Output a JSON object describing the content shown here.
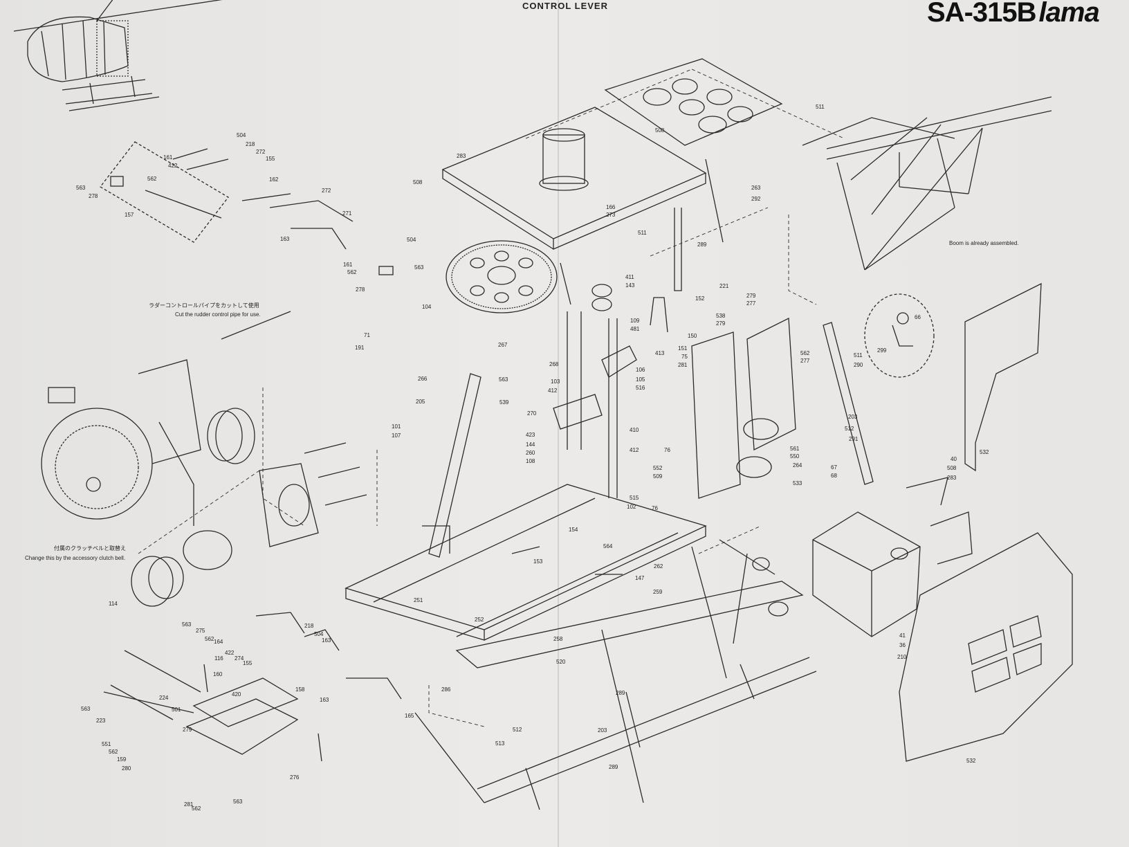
{
  "header": {
    "stack_title": "CONTROL LEVER",
    "model_title": "SA-315B",
    "brand": "lama"
  },
  "notes": {
    "rudder_jp": "ラダーコントロールパイプをカットして使用",
    "rudder_en": "Cut the rudder control pipe for use.",
    "clutch_jp": "付属のクラッチベルと取替え",
    "clutch_en": "Change this by the accessory clutch bell.",
    "boom": "Boom is already assembled."
  },
  "parts": [
    "504",
    "218",
    "161",
    "272",
    "422",
    "155",
    "563",
    "562",
    "278",
    "162",
    "157",
    "272",
    "271",
    "163",
    "504",
    "161",
    "562",
    "563",
    "278",
    "283",
    "508",
    "166",
    "273",
    "511",
    "508",
    "511",
    "263",
    "292",
    "289",
    "104",
    "411",
    "143",
    "221",
    "152",
    "109",
    "481",
    "150",
    "413",
    "151",
    "75",
    "281",
    "279",
    "277",
    "538",
    "279",
    "562",
    "277",
    "511",
    "290",
    "267",
    "268",
    "563",
    "266",
    "539",
    "205",
    "106",
    "105",
    "516",
    "103",
    "412",
    "270",
    "101",
    "107",
    "423",
    "144",
    "260",
    "108",
    "410",
    "412",
    "76",
    "552",
    "509",
    "203",
    "512",
    "291",
    "561",
    "550",
    "264",
    "67",
    "68",
    "533",
    "66",
    "299",
    "154",
    "564",
    "153",
    "515",
    "102",
    "76",
    "262",
    "147",
    "259",
    "114",
    "563",
    "275",
    "562",
    "164",
    "422",
    "274",
    "155",
    "218",
    "504",
    "163",
    "116",
    "160",
    "224",
    "420",
    "501",
    "158",
    "163",
    "563",
    "223",
    "279",
    "165",
    "551",
    "562",
    "159",
    "280",
    "276",
    "281",
    "562",
    "563",
    "251",
    "252",
    "258",
    "520",
    "286",
    "512",
    "513",
    "289",
    "203",
    "289",
    "40",
    "532",
    "508",
    "283",
    "41",
    "36",
    "210",
    "532",
    "71",
    "191"
  ]
}
